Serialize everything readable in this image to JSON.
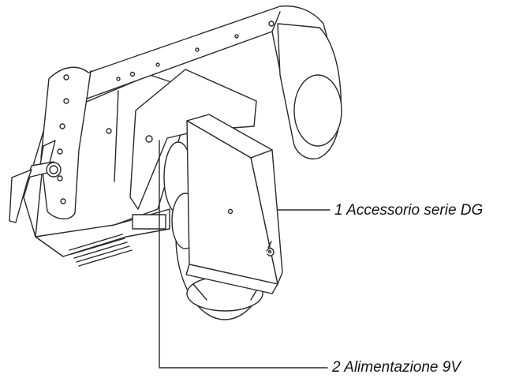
{
  "callouts": [
    {
      "number": "1",
      "text": "1 Accessorio serie DG"
    },
    {
      "number": "2",
      "text": "2 Alimentazione 9V"
    }
  ],
  "colors": {
    "line": "#2a2a2a",
    "fill": "#ffffff",
    "text": "#111111"
  }
}
